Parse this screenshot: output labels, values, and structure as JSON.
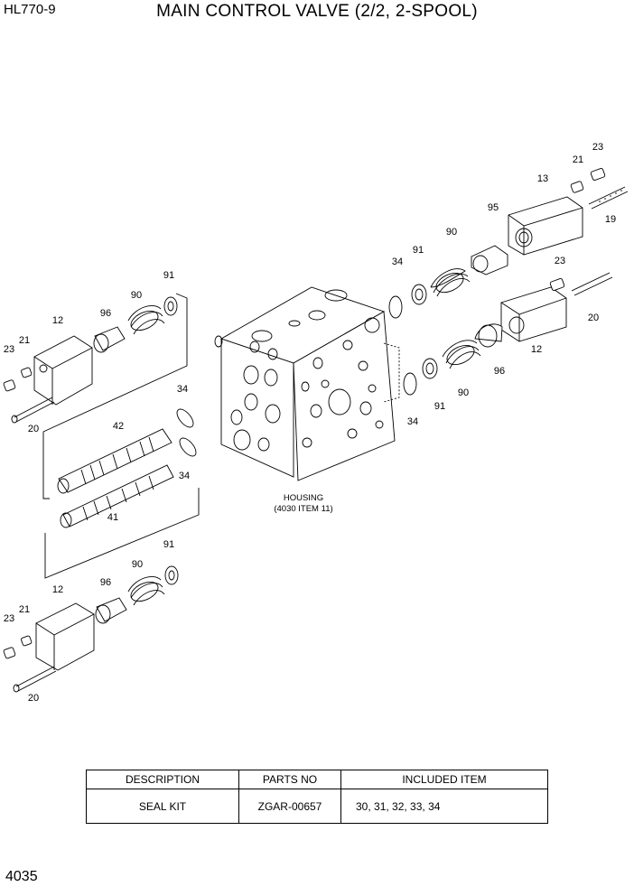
{
  "header": {
    "model": "HL770-9",
    "title": "MAIN CONTROL VALVE (2/2, 2-SPOOL)"
  },
  "diagram": {
    "housing_label": "HOUSING",
    "housing_ref": "(4030 ITEM 11)",
    "callouts": [
      "23",
      "21",
      "13",
      "19",
      "95",
      "90",
      "91",
      "34",
      "23",
      "20",
      "12",
      "96",
      "90",
      "91",
      "34",
      "91",
      "90",
      "96",
      "12",
      "21",
      "23",
      "20",
      "34",
      "42",
      "34",
      "41",
      "91",
      "90",
      "96",
      "12",
      "21",
      "23",
      "20"
    ]
  },
  "parts_table": {
    "headers": [
      "DESCRIPTION",
      "PARTS NO",
      "INCLUDED ITEM"
    ],
    "rows": [
      {
        "description": "SEAL KIT",
        "parts_no": "ZGAR-00657",
        "included": "30, 31, 32, 33, 34"
      }
    ]
  },
  "footer": {
    "page_number": "4035"
  }
}
